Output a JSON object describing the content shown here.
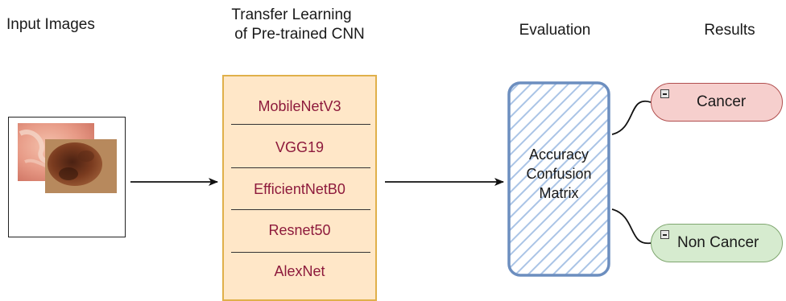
{
  "headers": {
    "input_images": "Input Images",
    "transfer_learning_line1": "Transfer Learning",
    "transfer_learning_line2": "of Pre-trained CNN",
    "evaluation": "Evaluation",
    "results": "Results"
  },
  "models": [
    "MobileNetV3",
    "VGG19",
    "EfficientNetB0",
    "Resnet50",
    "AlexNet"
  ],
  "evaluation_metrics": [
    "Accuracy",
    "Confusion",
    "Matrix"
  ],
  "results": [
    "Cancer",
    "Non Cancer"
  ],
  "colors": {
    "model_text": "#8d1a3c",
    "cnn_fill": "#ffe7c8",
    "cnn_border": "#e0b04a",
    "eval_border": "#6c8ebf",
    "eval_hatch": "#aac4e6",
    "cancer_fill": "#f6cfcd",
    "cancer_border": "#b14f4f",
    "noncancer_fill": "#d6ebcf",
    "noncancer_border": "#7fa66f"
  }
}
